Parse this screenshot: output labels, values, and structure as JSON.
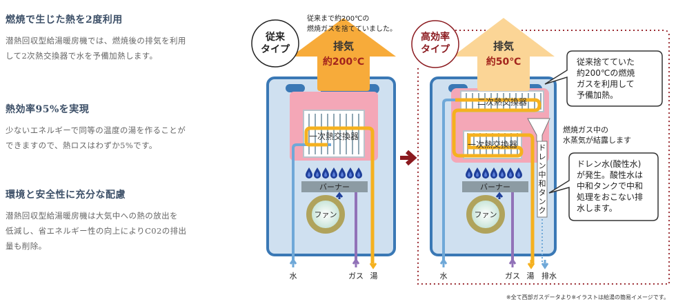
{
  "sections": [
    {
      "title": "燃焼で生じた熱を2度利用",
      "lines": [
        "潜熱回収型給湯暖房機では、燃焼後の排気を利用",
        "して2次熱交換器で水を予備加熱します。"
      ]
    },
    {
      "title": "熱効率95%を実現",
      "lines": [
        "少ないエネルギーで同等の温度の湯を作ることが",
        "できますので、熱ロスはわずか5%です。"
      ]
    },
    {
      "title": "環境と安全性に充分な配慮",
      "lines": [
        "潜熱回収型給湯暖房機は大気中への熱の放出を",
        "低減し、省エネルギー性の向上によりC02の排出",
        "量も削除。"
      ]
    }
  ],
  "conventional": {
    "badge_line1": "従来",
    "badge_line2": "タイプ",
    "top_note_line1": "従来まで約200℃の",
    "top_note_line2": "燃焼ガスを捨てていました。",
    "exhaust_label": "排気",
    "exhaust_temp": "約200℃",
    "primary_hx": "一次熱交換器",
    "burner": "バーナー",
    "fan": "ファン",
    "label_water": "水",
    "label_gas": "ガス",
    "label_hot": "湯"
  },
  "efficient": {
    "badge_line1": "高効率",
    "badge_line2": "タイプ",
    "exhaust_label": "排気",
    "exhaust_temp": "約50℃",
    "secondary_hx": "二次熱交換器",
    "primary_hx": "一次熱交換器",
    "burner": "バーナー",
    "fan": "ファン",
    "tank": "ドレン中和タンク",
    "label_water": "水",
    "label_gas": "ガス",
    "label_hot": "湯",
    "label_drain": "排水",
    "callout1": [
      "従来捨てていた",
      "約200℃の燃焼",
      "ガスを利用して",
      "予備加熱。"
    ],
    "condense_note": [
      "燃焼ガス中の",
      "水蒸気が結露します"
    ],
    "callout2": [
      "ドレン水(酸性水)",
      "が発生。酸性水は",
      "中和タンクで中和",
      "処理をおこない排",
      "水します。"
    ]
  },
  "footnote": "※全て西部ガスデータより※イラストは給湯の簡易イメージです。",
  "colors": {
    "heading": "#3d5068",
    "body_text": "#666666",
    "exhaust_hot": "#f7ab3a",
    "exhaust_cool": "#fbd596",
    "temp_text": "#a3241c",
    "casing": "#cfe0f0",
    "casing_border": "#3a78b5",
    "chamber": "#f4a7b7",
    "water_pipe": "#6fa8d8",
    "gas_pipe": "#9172b8",
    "hot_pipe": "#f5b11f",
    "burner": "#8c9ba3",
    "flame": "#1f3f99",
    "fan_ring": "#b0a35c",
    "accent_red": "#8b1a1f"
  }
}
